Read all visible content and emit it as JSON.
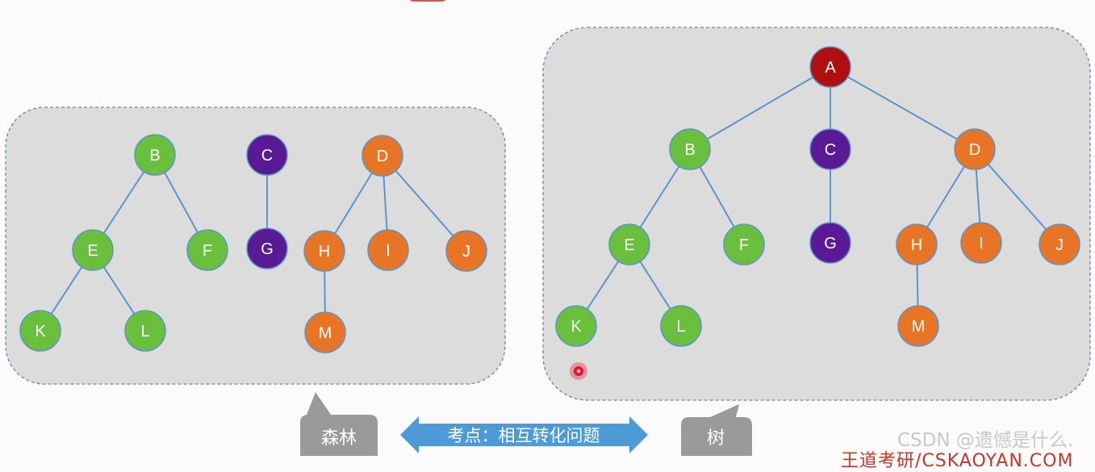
{
  "colors": {
    "green": "#6abf3c",
    "purple": "#5a1a96",
    "orange": "#e87526",
    "red": "#b00f0f",
    "edge": "#5b95c8",
    "panel": "#dcdcdc",
    "panel_border": "#6b85a8",
    "callout": "#9a9a9a",
    "arrow": "#4d9bd6",
    "pointer": "#e8102a"
  },
  "forest": {
    "label": "森林",
    "nodes": [
      {
        "id": "B",
        "label": "B",
        "color": "green"
      },
      {
        "id": "E",
        "label": "E",
        "color": "green"
      },
      {
        "id": "F",
        "label": "F",
        "color": "green"
      },
      {
        "id": "K",
        "label": "K",
        "color": "green"
      },
      {
        "id": "L",
        "label": "L",
        "color": "green"
      },
      {
        "id": "C",
        "label": "C",
        "color": "purple"
      },
      {
        "id": "G",
        "label": "G",
        "color": "purple"
      },
      {
        "id": "D",
        "label": "D",
        "color": "orange"
      },
      {
        "id": "H",
        "label": "H",
        "color": "orange"
      },
      {
        "id": "I",
        "label": "I",
        "color": "orange"
      },
      {
        "id": "J",
        "label": "J",
        "color": "orange"
      },
      {
        "id": "M",
        "label": "M",
        "color": "orange"
      }
    ],
    "edges": [
      [
        "B",
        "E"
      ],
      [
        "B",
        "F"
      ],
      [
        "E",
        "K"
      ],
      [
        "E",
        "L"
      ],
      [
        "C",
        "G"
      ],
      [
        "D",
        "H"
      ],
      [
        "D",
        "I"
      ],
      [
        "D",
        "J"
      ],
      [
        "H",
        "M"
      ]
    ]
  },
  "tree": {
    "label": "树",
    "nodes": [
      {
        "id": "A",
        "label": "A",
        "color": "red"
      },
      {
        "id": "B",
        "label": "B",
        "color": "green"
      },
      {
        "id": "C",
        "label": "C",
        "color": "purple"
      },
      {
        "id": "D",
        "label": "D",
        "color": "orange"
      },
      {
        "id": "E",
        "label": "E",
        "color": "green"
      },
      {
        "id": "F",
        "label": "F",
        "color": "green"
      },
      {
        "id": "G",
        "label": "G",
        "color": "purple"
      },
      {
        "id": "H",
        "label": "H",
        "color": "orange"
      },
      {
        "id": "I",
        "label": "I",
        "color": "orange"
      },
      {
        "id": "J",
        "label": "J",
        "color": "orange"
      },
      {
        "id": "K",
        "label": "K",
        "color": "green"
      },
      {
        "id": "L",
        "label": "L",
        "color": "green"
      },
      {
        "id": "M",
        "label": "M",
        "color": "orange"
      }
    ],
    "edges": [
      [
        "A",
        "B"
      ],
      [
        "A",
        "C"
      ],
      [
        "A",
        "D"
      ],
      [
        "B",
        "E"
      ],
      [
        "B",
        "F"
      ],
      [
        "C",
        "G"
      ],
      [
        "D",
        "H"
      ],
      [
        "D",
        "I"
      ],
      [
        "D",
        "J"
      ],
      [
        "E",
        "K"
      ],
      [
        "E",
        "L"
      ],
      [
        "H",
        "M"
      ]
    ]
  },
  "arrow_label": "考点：相互转化问题",
  "watermark": {
    "csdn": "CSDN @遗憾是什么.",
    "site": "王道考研/CSKAOYAN.COM"
  }
}
